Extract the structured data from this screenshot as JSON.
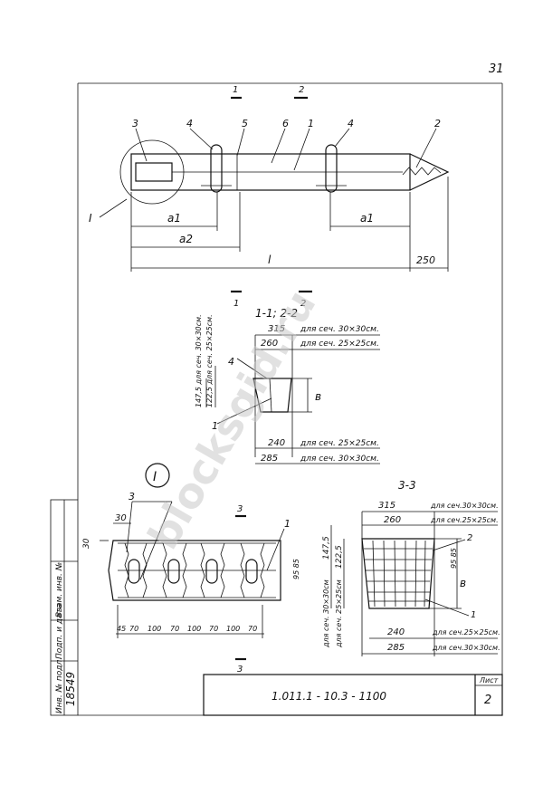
{
  "page_number": "31",
  "drawing_code": "1.011.1 - 10.3 - 1100",
  "sheet_label": "Лист",
  "sheet_number": "2",
  "side_stamp": [
    "Инв. № подл.",
    "Подп. и дата",
    "Взам. инв. №"
  ],
  "inventory_number": "18549",
  "watermark": "blocksgid.ru",
  "main_view": {
    "callouts": [
      "3",
      "4",
      "5",
      "6",
      "1",
      "4",
      "2"
    ],
    "section_marks": [
      "1",
      "2",
      "1",
      "2"
    ],
    "detail_mark": "I",
    "dim_a1_left": "a1",
    "dim_a1_right": "a1",
    "dim_a2": "a2",
    "dim_l": "l",
    "dim_tip": "250"
  },
  "section_12": {
    "title": "1-1; 2-2",
    "top_dims": [
      {
        "value": "315",
        "note": "для сеч. 30×30см."
      },
      {
        "value": "260",
        "note": "для сеч. 25×25см."
      }
    ],
    "bottom_dims": [
      {
        "value": "240",
        "note": "для сеч. 25×25см."
      },
      {
        "value": "285",
        "note": "для сеч. 30×30см."
      }
    ],
    "vert_dims": [
      "147,5 для сеч. 30×30см.",
      "122,5 для сеч. 25×25см."
    ],
    "callouts": [
      "4",
      "1"
    ],
    "height": "в"
  },
  "detail_I": {
    "title": "I",
    "callouts": [
      "3",
      "1"
    ],
    "top_dim": "30",
    "side_dim": "30",
    "right_dim": "95 85",
    "section_mark": "3",
    "bottom_dims": [
      "45",
      "70",
      "100",
      "70",
      "100",
      "70",
      "100",
      "70"
    ]
  },
  "section_33": {
    "title": "3-3",
    "top_dims": [
      {
        "value": "315",
        "note": "для сеч.30×30см."
      },
      {
        "value": "260",
        "note": "для сеч.25×25см."
      }
    ],
    "bottom_dims": [
      {
        "value": "240",
        "note": "для сеч.25×25см."
      },
      {
        "value": "285",
        "note": "для сеч.30×30см."
      }
    ],
    "vert_dims": [
      "147,5",
      "122,5"
    ],
    "left_notes": [
      "для сеч. 30×30см",
      "для сеч. 25×25см"
    ],
    "inner_dim": "95 85",
    "callouts": [
      "2",
      "1"
    ],
    "height": "в"
  }
}
